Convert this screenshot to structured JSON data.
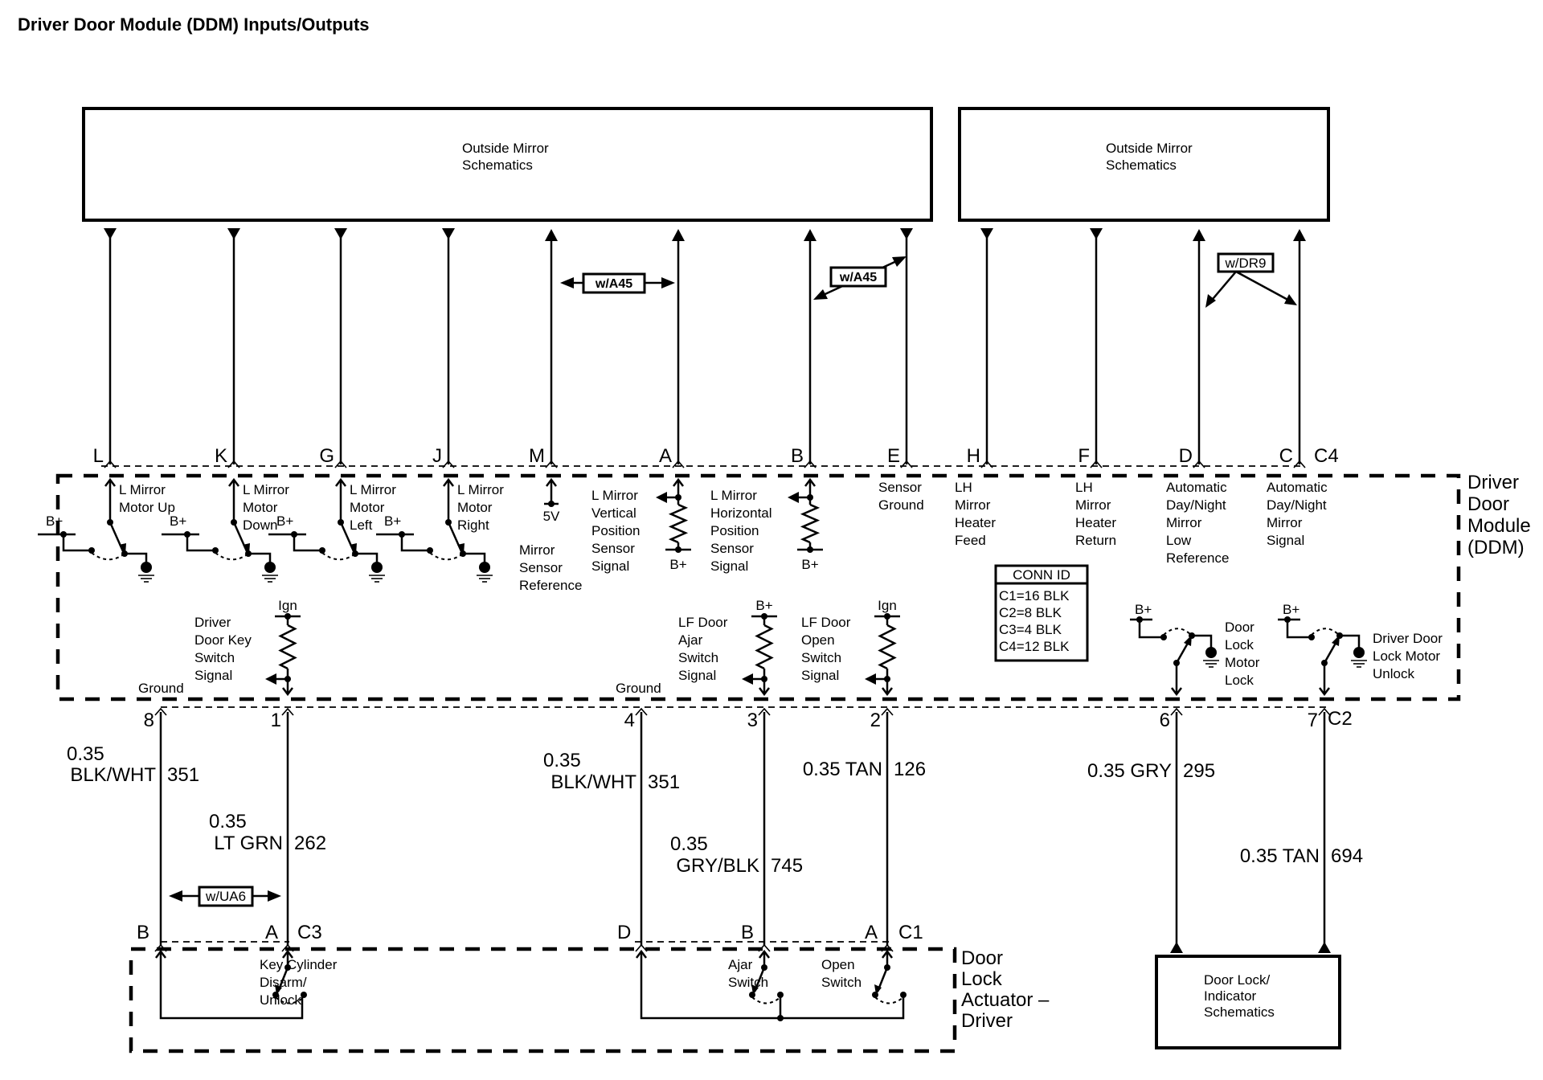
{
  "title": "Driver Door Module (DDM) Inputs/Outputs",
  "components": {
    "outside_mirror_left": [
      "Outside Mirror",
      "Schematics"
    ],
    "outside_mirror_right": [
      "Outside Mirror",
      "Schematics"
    ],
    "ddm": [
      "Driver",
      "Door",
      "Module",
      "(DDM)"
    ],
    "door_lock_actuator": [
      "Door",
      "Lock",
      "Actuator –",
      "Driver"
    ],
    "door_lock_indicator": [
      "Door Lock/",
      "Indicator",
      "Schematics"
    ]
  },
  "options": {
    "a45_left": "w/A45",
    "a45_right": "w/A45",
    "dr9": "w/DR9",
    "ua6": "w/UA6"
  },
  "c4_connector": "C4",
  "c4_pins": [
    {
      "pin": "L",
      "label": [
        "L Mirror",
        "Motor Up"
      ]
    },
    {
      "pin": "K",
      "label": [
        "L Mirror",
        "Motor",
        "Down"
      ]
    },
    {
      "pin": "G",
      "label": [
        "L Mirror",
        "Motor",
        "Left"
      ]
    },
    {
      "pin": "J",
      "label": [
        "L Mirror",
        "Motor",
        "Right"
      ]
    },
    {
      "pin": "M",
      "label": [
        "Mirror",
        "Sensor",
        "Reference"
      ],
      "supply": "5V"
    },
    {
      "pin": "A",
      "label": [
        "L Mirror",
        "Vertical",
        "Position",
        "Sensor",
        "Signal"
      ]
    },
    {
      "pin": "B",
      "label": [
        "L Mirror",
        "Horizontal",
        "Position",
        "Sensor",
        "Signal"
      ]
    },
    {
      "pin": "E",
      "label": [
        "Sensor",
        "Ground"
      ]
    },
    {
      "pin": "H",
      "label": [
        "LH",
        "Mirror",
        "Heater",
        "Feed"
      ]
    },
    {
      "pin": "F",
      "label": [
        "LH",
        "Mirror",
        "Heater",
        "Return"
      ]
    },
    {
      "pin": "D",
      "label": [
        "Automatic",
        "Day/Night",
        "Mirror",
        "Low",
        "Reference"
      ]
    },
    {
      "pin": "C",
      "label": [
        "Automatic",
        "Day/Night",
        "Mirror",
        "Signal"
      ]
    }
  ],
  "supplies": {
    "bplus": "B+",
    "ign": "Ign",
    "ground": "Ground"
  },
  "internal_lower": {
    "key_switch": [
      "Driver",
      "Door Key",
      "Switch",
      "Signal"
    ],
    "ajar_switch": [
      "LF Door",
      "Ajar",
      "Switch",
      "Signal"
    ],
    "open_switch": [
      "LF Door",
      "Open",
      "Switch",
      "Signal"
    ],
    "lock_motor": [
      "Door",
      "Lock",
      "Motor",
      "Lock"
    ],
    "unlock_motor": [
      "Driver Door",
      "Lock Motor",
      "Unlock"
    ]
  },
  "conn_id": {
    "header": "CONN ID",
    "rows": [
      "C1=16 BLK",
      "C2=8 BLK",
      "C3=4 BLK",
      "C4=12 BLK"
    ]
  },
  "lower_pins": [
    {
      "pin": "8",
      "size": "0.35",
      "color": "BLK/WHT",
      "circuit": "351"
    },
    {
      "pin": "1",
      "size": "0.35",
      "color": "LT GRN",
      "circuit": "262"
    },
    {
      "pin": "4",
      "size": "0.35",
      "color": "BLK/WHT",
      "circuit": "351"
    },
    {
      "pin": "3",
      "size": "0.35",
      "color": "GRY/BLK",
      "circuit": "745"
    },
    {
      "pin": "2",
      "size": "0.35",
      "color": "TAN",
      "circuit": "126",
      "label": "0.35 TAN"
    },
    {
      "pin": "6",
      "size": "0.35",
      "color": "GRY",
      "circuit": "295",
      "label": "0.35 GRY"
    },
    {
      "pin": "7",
      "size": "0.35",
      "color": "TAN",
      "circuit": "694",
      "label": "0.35 TAN"
    }
  ],
  "c2_connector": "C2",
  "c3": {
    "connector": "C3",
    "pins": [
      "B",
      "A"
    ],
    "switch_label": [
      "Key Cylinder",
      "Disarm/",
      "Unlock"
    ]
  },
  "c1": {
    "connector": "C1",
    "pins": [
      "D",
      "B",
      "A"
    ],
    "ajar_label": [
      "Ajar",
      "Switch"
    ],
    "open_label": [
      "Open",
      "Switch"
    ]
  }
}
